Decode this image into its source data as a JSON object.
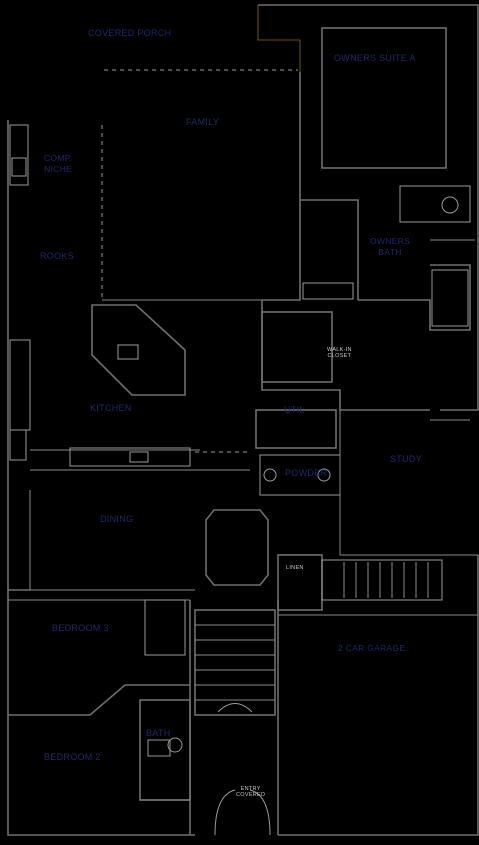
{
  "rooms": {
    "covered_porch": "COVERED PORCH",
    "owners_suite": "OWNERS SUITE A",
    "family": "FAMILY",
    "comp_niche": "COMP.\nNICHE",
    "owners_bath": "OWNERS\nBATH",
    "rooks": "ROOKS",
    "walk_in_closet": "WALK-IN\nCLOSET",
    "kitchen": "KITCHEN",
    "util": "UTIL",
    "powder": "POWDER",
    "study": "STUDY",
    "dining": "DINING",
    "linen": "LINEN",
    "bedroom_3": "BEDROOM 3",
    "two_car_garage": "2 CAR GARAGE",
    "bath": "BATH",
    "bedroom_2": "BEDROOM 2",
    "entry": "ENTRY\nCOVERED"
  },
  "colors": {
    "background": "#000000",
    "wall": "#6f6f6f",
    "label": "#1d2a6b",
    "accent": "#b8860b"
  }
}
